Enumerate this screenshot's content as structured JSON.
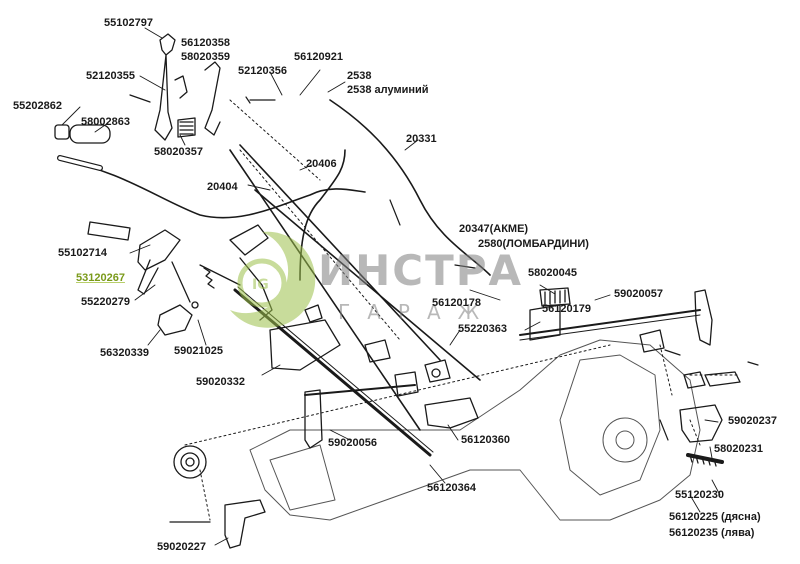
{
  "watermark": {
    "title": "ИНСТРА",
    "subtitle": "ГАРАЖ"
  },
  "colors": {
    "line": "#1a1a1a",
    "highlight": "#7a9a1a",
    "logo_green": "#9cc04a"
  },
  "labels": {
    "p55102797": "55102797",
    "p56120358": "56120358",
    "p58020359": "58020359",
    "p52120355": "52120355",
    "p52120356": "52120356",
    "p56120921": "56120921",
    "p2538a": "2538",
    "p2538b": "2538 алуминий",
    "p55202862": "55202862",
    "p58002863": "58002863",
    "p58020357": "58020357",
    "p20331": "20331",
    "p20406": "20406",
    "p20404": "20404",
    "p20347": "20347(АКМЕ)",
    "p2580": "2580(ЛОМБАРДИНИ)",
    "p55102714": "55102714",
    "p53120267": "53120267",
    "p55220279": "55220279",
    "p58020045": "58020045",
    "p59020057": "59020057",
    "p56120178": "56120178",
    "p56120179": "56120179",
    "p55220363": "55220363",
    "p56320339": "56320339",
    "p59021025": "59021025",
    "p59020332": "59020332",
    "p59020237": "59020237",
    "p59020056": "59020056",
    "p56120360": "56120360",
    "p58020231": "58020231",
    "p56120364": "56120364",
    "p55120230": "55120230",
    "p56120225": "56120225 (дясна)",
    "p56120235": "56120235 (лява)",
    "p59020227": "59020227"
  }
}
